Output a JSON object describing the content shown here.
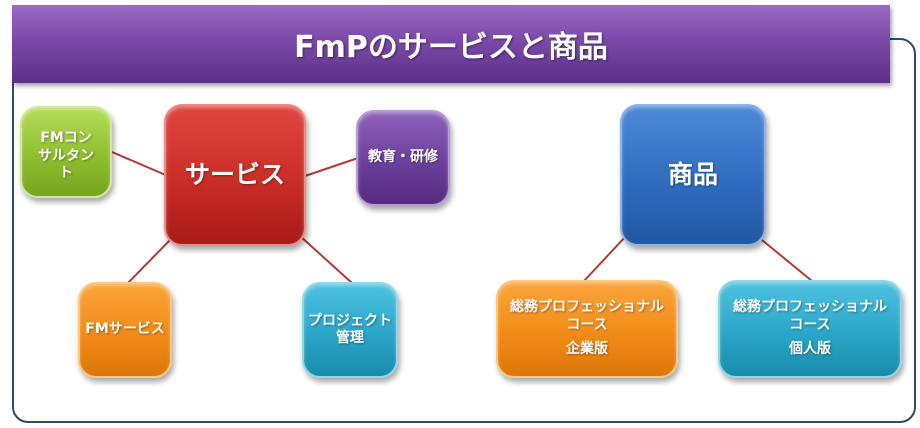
{
  "title": "FmPのサービスと商品",
  "nodes": {
    "fm_consultant": "FMコンサルタント",
    "service": "サービス",
    "education": "教育・研修",
    "fm_service": "FMサービス",
    "project_line1": "プロジェクト",
    "project_line2": "管理",
    "product": "商品",
    "corp_line1": "総務プロフェッショナル",
    "corp_line2": "コース",
    "corp_edition": "企業版",
    "indiv_line1": "総務プロフェッショナル",
    "indiv_line2": "コース",
    "indiv_edition": "個人版"
  },
  "colors": {
    "title_banner": "#7b4aa9",
    "service": "#c92d27",
    "fm_consultant": "#8fbf2f",
    "education": "#6c3f9d",
    "fm_service": "#f28b17",
    "project": "#2aa6c9",
    "product": "#2f6cbf",
    "corp_edition": "#f28b17",
    "indiv_edition": "#2aa6c9",
    "connector": "#b23a32"
  }
}
